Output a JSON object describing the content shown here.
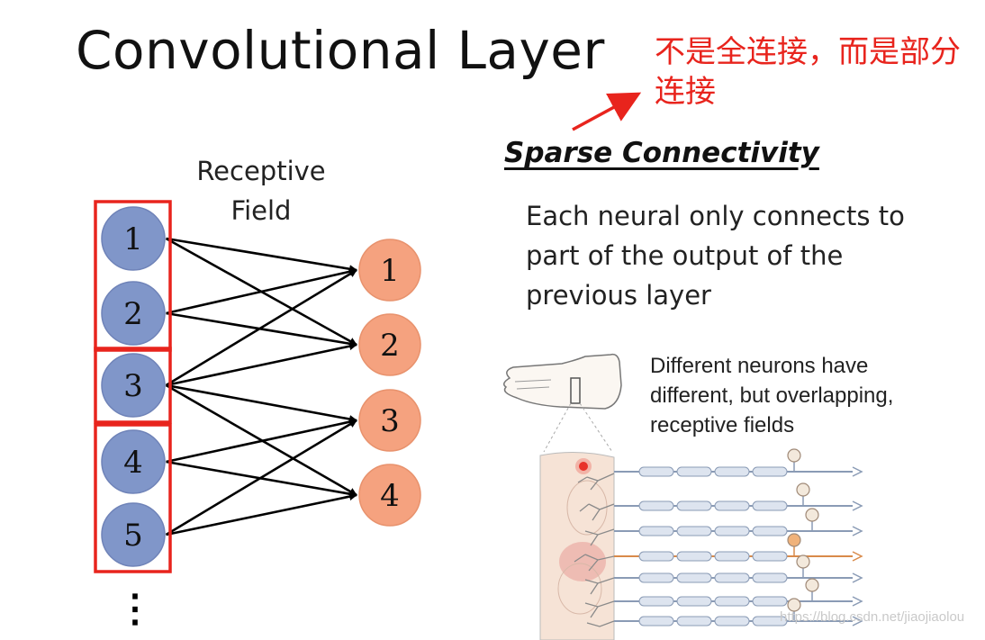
{
  "title": "Convolutional Layer",
  "annotation": "不是全连接，而是部分连接",
  "receptive_field_label": "Receptive Field",
  "section_heading": "Sparse Connectivity",
  "description": "Each neural only connects to part of the output of the previous layer",
  "figure_caption": "Different neurons have different, but overlapping, receptive fields",
  "watermark": "https://blog.csdn.net/jiaojiaolou",
  "network": {
    "input_nodes": [
      "1",
      "2",
      "3",
      "4",
      "5"
    ],
    "output_nodes": [
      "1",
      "2",
      "3",
      "4"
    ],
    "connections": [
      [
        1,
        1
      ],
      [
        1,
        2
      ],
      [
        2,
        1
      ],
      [
        2,
        2
      ],
      [
        3,
        1
      ],
      [
        3,
        2
      ],
      [
        3,
        3
      ],
      [
        3,
        4
      ],
      [
        4,
        3
      ],
      [
        4,
        4
      ],
      [
        5,
        3
      ],
      [
        5,
        4
      ]
    ],
    "receptive_field_groups": [
      [
        1,
        2
      ],
      [
        3
      ],
      [
        4,
        5
      ]
    ],
    "continuation": "⋮"
  },
  "colors": {
    "annotation": "#e8241d",
    "input_node_fill": "#8096c9",
    "output_node_fill": "#f5a27f",
    "receptive_field_box": "#e8241d"
  }
}
